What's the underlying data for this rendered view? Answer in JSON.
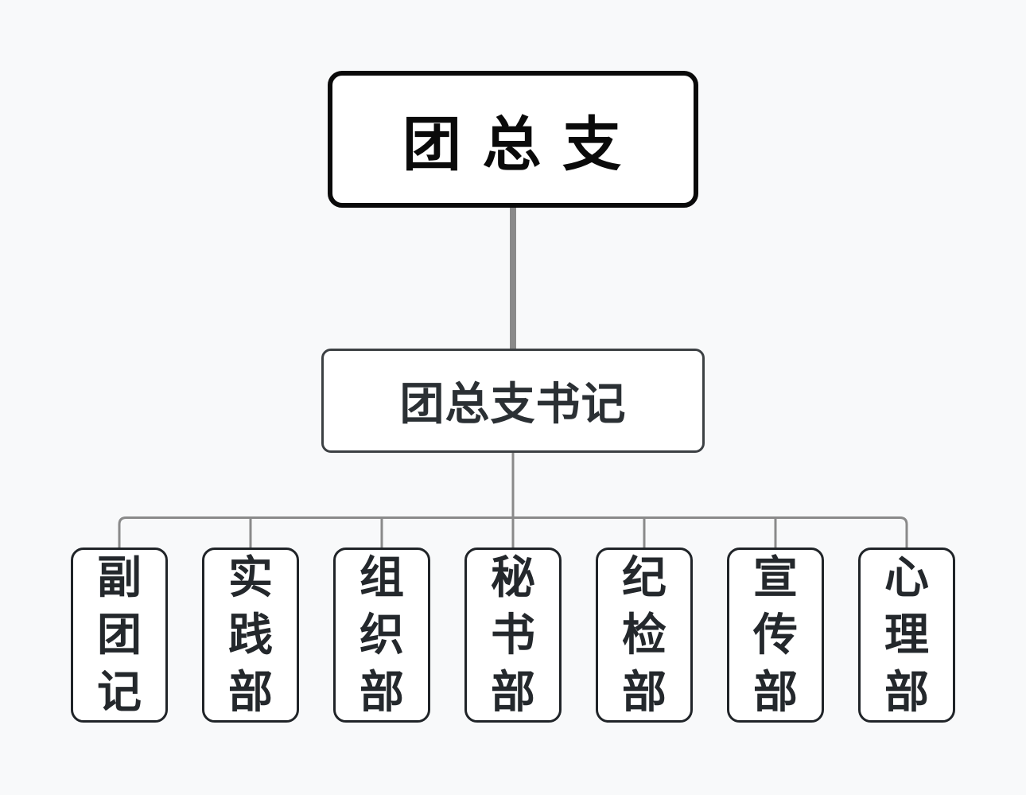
{
  "page": {
    "background_color": "#f8f9fa"
  },
  "org_chart": {
    "root": {
      "label": "团 总 支"
    },
    "secretary": {
      "label": "团总支书记"
    },
    "departments": [
      {
        "label": "副团记"
      },
      {
        "label": "实践部"
      },
      {
        "label": "组织部"
      },
      {
        "label": "秘书部"
      },
      {
        "label": "纪检部"
      },
      {
        "label": "宣传部"
      },
      {
        "label": "心理部"
      }
    ],
    "colors": {
      "connector": "#8a8a8a",
      "root_border": "#0a0a0a",
      "secretary_border": "#3c4043",
      "department_border": "#202428",
      "text_dark": "#24282c",
      "box_background": "#ffffff"
    }
  }
}
